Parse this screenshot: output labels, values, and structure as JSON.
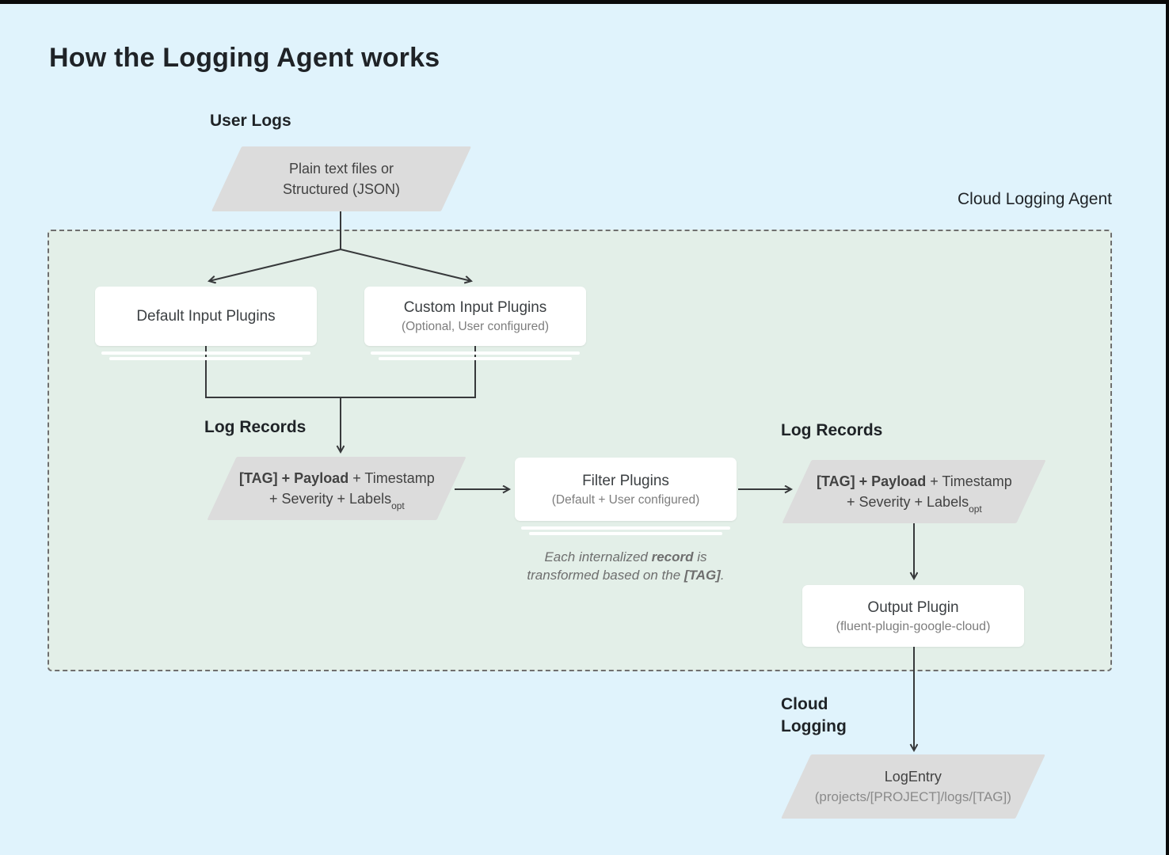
{
  "page": {
    "title": "How the Logging Agent works"
  },
  "colors": {
    "background": "#e0f3fc",
    "agent_region_fill": "#e3efe8",
    "agent_region_border": "#6f6f6f",
    "parallelogram_fill": "#dcdcdc",
    "node_fill": "#ffffff",
    "line": "#37393b",
    "heading_text": "#1f2327",
    "body_text": "#424242",
    "subtitle_text": "#7d7d7d"
  },
  "labels": {
    "user_logs": "User Logs",
    "cloud_logging_agent": "Cloud Logging Agent",
    "log_records_left": "Log Records",
    "log_records_right": "Log Records",
    "cloud_logging": "Cloud Logging"
  },
  "nodes": {
    "user_input": {
      "line1": "Plain text files or",
      "line2": "Structured (JSON)"
    },
    "default_input": {
      "title": "Default Input Plugins"
    },
    "custom_input": {
      "title": "Custom Input Plugins",
      "subtitle": "(Optional, User configured)"
    },
    "log_record_left": {
      "line1_parts": [
        {
          "t": "[TAG] + Payload ",
          "b": true
        },
        {
          "t": "+ Timestamp"
        }
      ],
      "line2_parts": [
        {
          "t": "+ Severity + Labels"
        },
        {
          "t": "opt",
          "sub": true
        }
      ]
    },
    "filter": {
      "title": "Filter Plugins",
      "subtitle": "(Default + User configured)"
    },
    "filter_caption": {
      "line1_parts": [
        {
          "t": "Each internalized "
        },
        {
          "t": "record",
          "b": true
        },
        {
          "t": " is"
        }
      ],
      "line2_parts": [
        {
          "t": "transformed based on the "
        },
        {
          "t": "[TAG]",
          "b": true
        },
        {
          "t": "."
        }
      ]
    },
    "log_record_right": {
      "line1_parts": [
        {
          "t": "[TAG] + Payload ",
          "b": true
        },
        {
          "t": "+ Timestamp"
        }
      ],
      "line2_parts": [
        {
          "t": "+ Severity + Labels"
        },
        {
          "t": "opt",
          "sub": true
        }
      ]
    },
    "output": {
      "title": "Output Plugin",
      "subtitle": "(fluent-plugin-google-cloud)"
    },
    "log_entry": {
      "title": "LogEntry",
      "subtitle": "(projects/[PROJECT]/logs/[TAG])"
    }
  }
}
